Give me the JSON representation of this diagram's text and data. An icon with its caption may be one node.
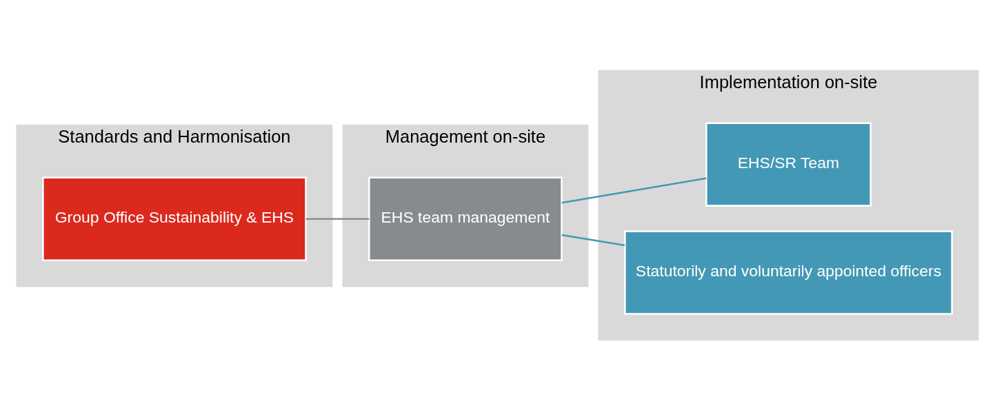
{
  "diagram": {
    "nodes": [
      {
        "text": [
          "Standards and Harmonisation"
        ]
      },
      {
        "text": [
          "Group Office Sustainability & EHS"
        ],
        "in": 0
      },
      {
        "text": [
          "Management on-site"
        ]
      },
      {
        "text": [
          "EHS team management"
        ],
        "in": 2
      },
      {
        "text": [
          "Implementation on-site"
        ]
      },
      {
        "text": [
          "EHS/SR Team"
        ],
        "in": 4
      },
      {
        "text": [
          "Statutorily and voluntarily appointed officers"
        ],
        "in": 4
      }
    ],
    "edges": [
      {
        "from": 1,
        "to": 3,
        "arrow": "none",
        "color": "#8a8c8e"
      },
      {
        "from": 3,
        "to": 5,
        "arrow": "none"
      },
      {
        "from": 3,
        "to": 6,
        "arrow": "none"
      }
    ]
  }
}
